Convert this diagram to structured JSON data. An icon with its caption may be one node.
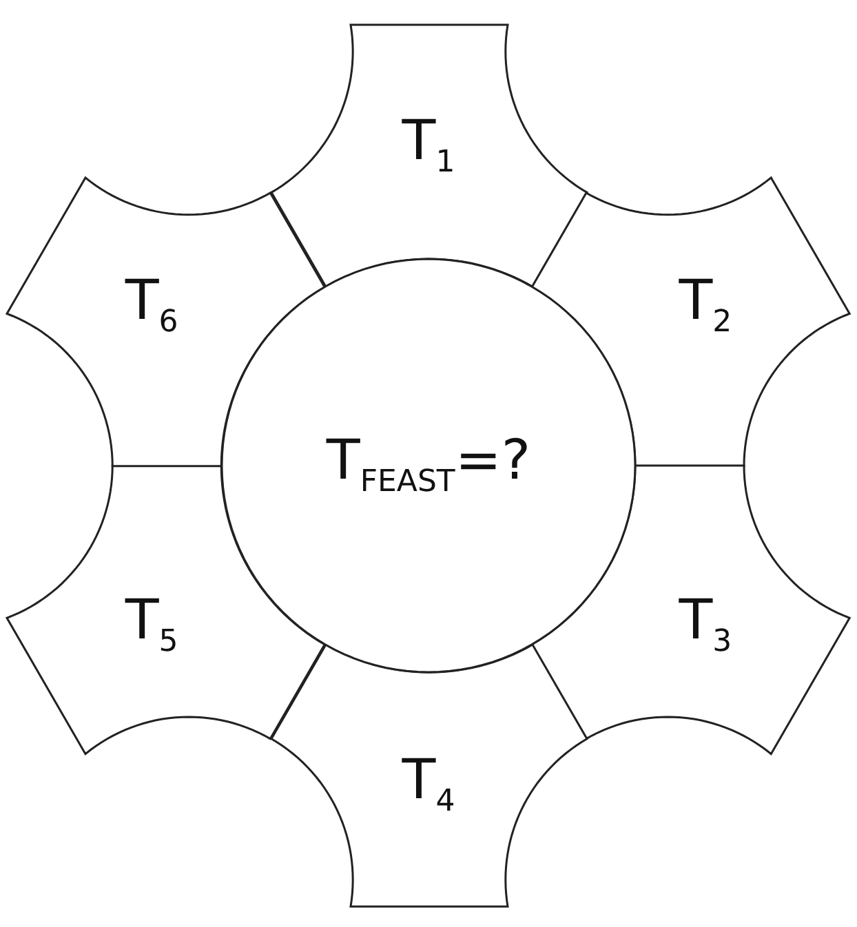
{
  "diagram": {
    "nodes": [
      {
        "text": [
          "T$_{1}$"
        ]
      },
      {
        "text": [
          "T$_{2}$"
        ]
      },
      {
        "text": [
          "T$_{3}$"
        ]
      },
      {
        "text": [
          "T$_{4}$"
        ]
      },
      {
        "text": [
          "T$_{5}$"
        ]
      },
      {
        "text": [
          "T$_{6}$"
        ]
      },
      {
        "text": [
          "T$_{FEAST}$=?"
        ]
      }
    ]
  }
}
